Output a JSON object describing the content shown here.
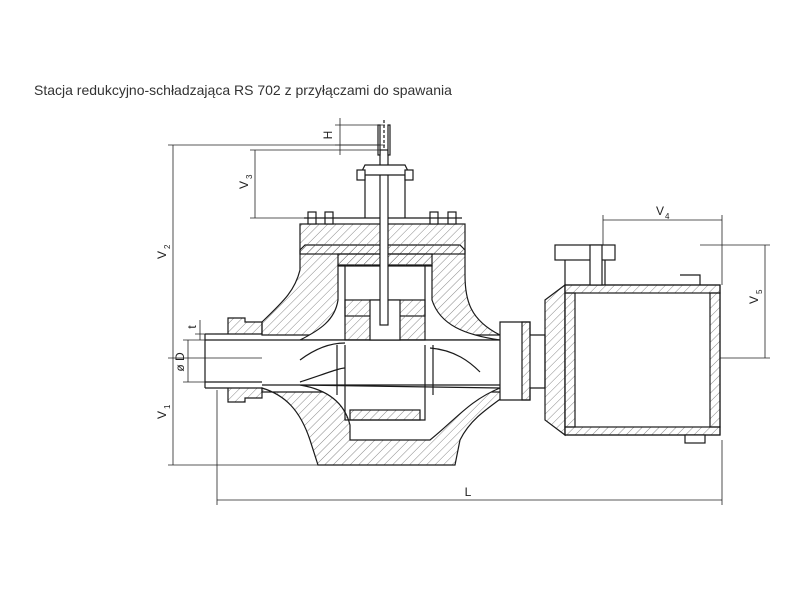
{
  "title": "Stacja redukcyjno-schładzająca RS 702 z przyłączami do spawania",
  "dimensions": {
    "H": "H",
    "V3": "V",
    "V3_sub": "3",
    "V2": "V",
    "V2_sub": "2",
    "V1": "V",
    "V1_sub": "1",
    "V4": "V",
    "V4_sub": "4",
    "V5": "V",
    "V5_sub": "5",
    "t": "t",
    "D": "ø D",
    "L": "L"
  },
  "colors": {
    "line": "#1a1a1a",
    "hatch": "#555555"
  }
}
